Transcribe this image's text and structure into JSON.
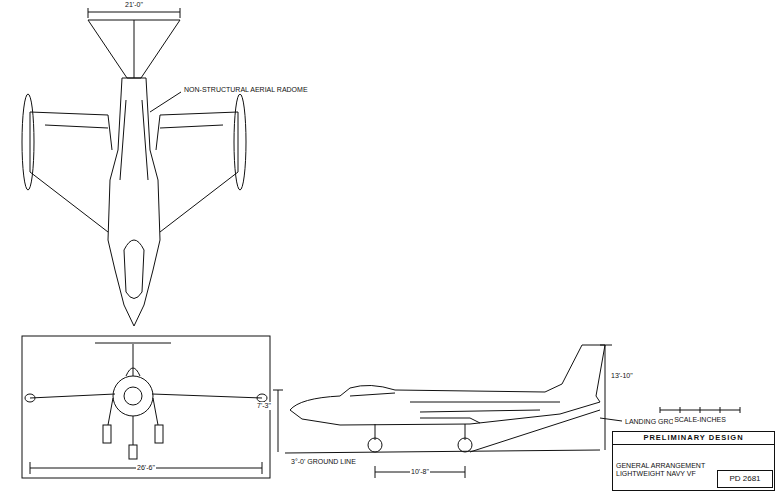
{
  "diagram": {
    "nodes": [
      {
        "text": [
          "PRELIMINARY DESIGN",
          "GENERAL ARRANGEMENT LIGHTWEIGHT NAVY VF"
        ]
      },
      {
        "text": [
          "PD 2681"
        ],
        "in": 0
      }
    ],
    "labels": [
      "21'-0\"",
      "NON-STRUCTURAL AERIAL RADOME",
      "26'-6\"",
      "13'-10\"",
      "7'-3\"",
      "LANDING GROUND LINE",
      "3°-0' GROUND LINE",
      "10'-8\"",
      "SCALE-INCHES"
    ]
  }
}
